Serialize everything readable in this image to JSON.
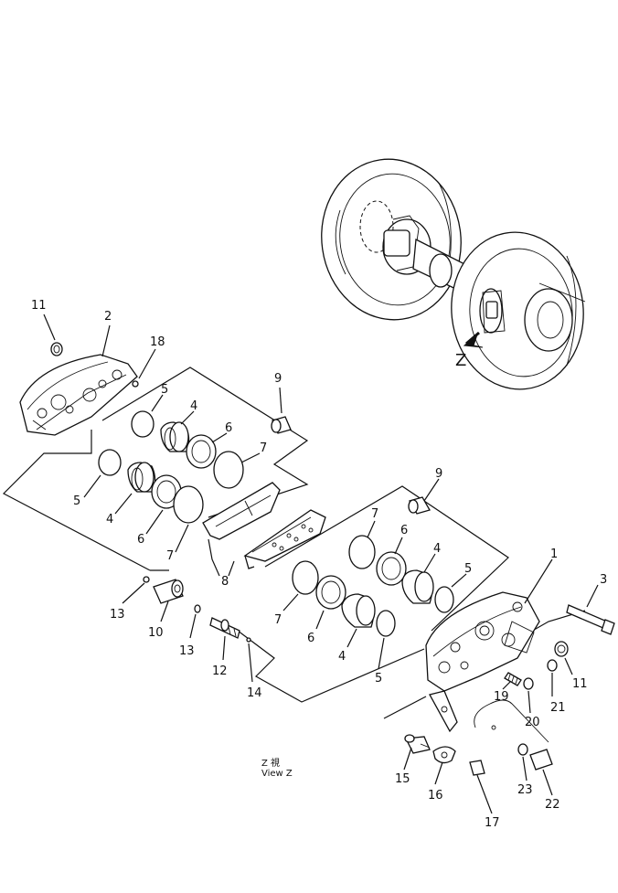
{
  "callouts": [
    {
      "id": "c11a",
      "text": "11"
    },
    {
      "id": "c2",
      "text": "2"
    },
    {
      "id": "c18",
      "text": "18"
    },
    {
      "id": "c9a",
      "text": "9"
    },
    {
      "id": "c5a",
      "text": "5"
    },
    {
      "id": "c4a",
      "text": "4"
    },
    {
      "id": "c6a",
      "text": "6"
    },
    {
      "id": "c7a",
      "text": "7"
    },
    {
      "id": "c5b",
      "text": "5"
    },
    {
      "id": "c4b",
      "text": "4"
    },
    {
      "id": "c6b",
      "text": "6"
    },
    {
      "id": "c7b",
      "text": "7"
    },
    {
      "id": "c9b",
      "text": "9"
    },
    {
      "id": "c7c",
      "text": "7"
    },
    {
      "id": "c6c",
      "text": "6"
    },
    {
      "id": "c4c",
      "text": "4"
    },
    {
      "id": "c5c",
      "text": "5"
    },
    {
      "id": "c1",
      "text": "1"
    },
    {
      "id": "c3",
      "text": "3"
    },
    {
      "id": "c8",
      "text": "8"
    },
    {
      "id": "c13a",
      "text": "13"
    },
    {
      "id": "c10",
      "text": "10"
    },
    {
      "id": "c13b",
      "text": "13"
    },
    {
      "id": "c12",
      "text": "12"
    },
    {
      "id": "c14",
      "text": "14"
    },
    {
      "id": "c7d",
      "text": "7"
    },
    {
      "id": "c6d",
      "text": "6"
    },
    {
      "id": "c4d",
      "text": "4"
    },
    {
      "id": "c5d",
      "text": "5"
    },
    {
      "id": "c11b",
      "text": "11"
    },
    {
      "id": "c19",
      "text": "19"
    },
    {
      "id": "c21",
      "text": "21"
    },
    {
      "id": "c20",
      "text": "20"
    },
    {
      "id": "c15",
      "text": "15"
    },
    {
      "id": "c16",
      "text": "16"
    },
    {
      "id": "c17",
      "text": "17"
    },
    {
      "id": "c23",
      "text": "23"
    },
    {
      "id": "c22",
      "text": "22"
    }
  ],
  "view_arrow_letter": "Z",
  "view_label": {
    "line1": "Z 視",
    "line2": "View Z"
  }
}
